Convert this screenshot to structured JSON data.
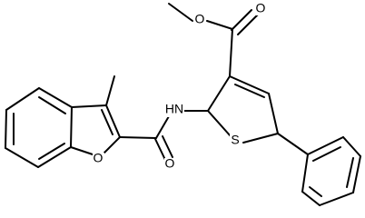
{
  "molecule": {
    "atoms": {
      "nh": "HN",
      "thiophene_s": "S",
      "ester_carbonyl_o": "O",
      "ester_ether_o": "O",
      "furan_o": "O",
      "amide_o": "O"
    }
  }
}
